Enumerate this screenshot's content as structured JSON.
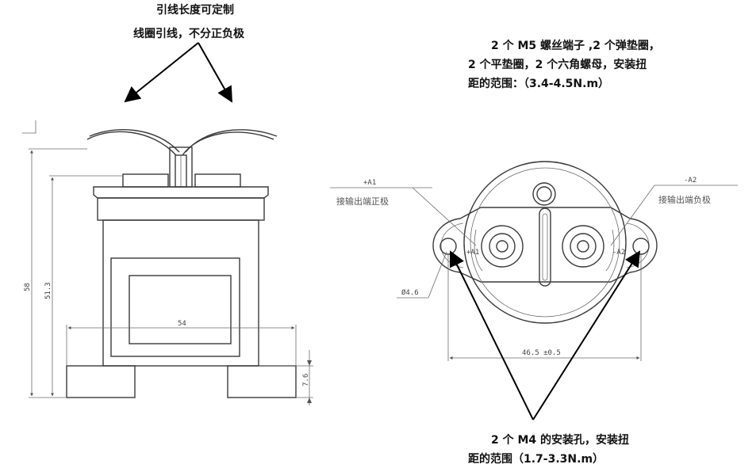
{
  "notes": {
    "lead_line1": "引线长度可定制",
    "lead_line2": "线圈引线，不分正负极",
    "m5_line1": "2 个 M5 螺丝端子 ,2 个弹垫圈，",
    "m5_line2": "2 个平垫圈，2 个六角螺母，安装扭",
    "m5_line3": "距的范围：（3.4-4.5N.m）",
    "m4_line1": "2 个 M4 的安装孔，安装扭",
    "m4_line2": "距的范围（1.7-3.3N.m）"
  },
  "front_view": {
    "dim_height_total": "58",
    "dim_height_body": "51.3",
    "dim_width": "54",
    "dim_foot": "7.6"
  },
  "top_view": {
    "label_pos_tag": "+A1",
    "label_pos": "接输出端正极",
    "label_neg_tag": "-A2",
    "label_neg": "接输出端负极",
    "inner_pos_tag": "+A1",
    "inner_neg_tag": "-A2",
    "hole_dia": "Ø4.6",
    "hole_spacing": "46.5 ±0.5"
  }
}
